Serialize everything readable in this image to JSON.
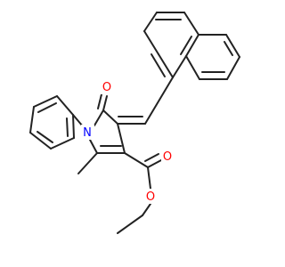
{
  "molecule": {
    "atom_labels": {
      "ring_oxygen": "O",
      "ring_nitrogen": "N",
      "ester_carbonyl_oxygen": "O",
      "ester_ether_oxygen": "O"
    },
    "colors": {
      "bond": "#222222",
      "oxygen": "#ff0000",
      "nitrogen": "#0000ff",
      "background": "#ffffff"
    }
  }
}
